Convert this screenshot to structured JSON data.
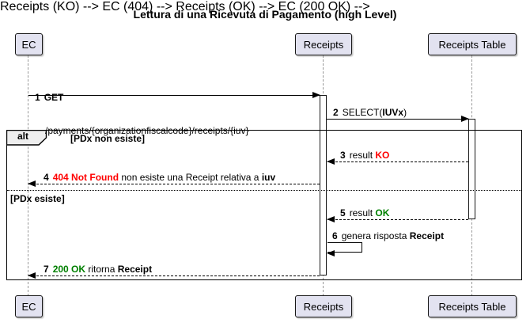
{
  "title": "Lettura di una Ricevuta di Pagamento (high Level)",
  "participants": [
    {
      "name": "EC"
    },
    {
      "name": "Receipts"
    },
    {
      "name": "Receipts Table"
    }
  ],
  "alt_frame": {
    "operator": "alt",
    "guard_top": "[PDx non esiste]",
    "guard_bottom": "[PDx esiste]"
  },
  "messages": {
    "m1": {
      "num": "1",
      "method": "GET",
      "path": "/payments/{organizationfiscalcode}/receipts/{iuv}"
    },
    "m2": {
      "num": "2",
      "pre": "SELECT(",
      "arg": "IUVx",
      "post": ")"
    },
    "m3": {
      "num": "3",
      "text": "result ",
      "status": "KO"
    },
    "m4": {
      "num": "4",
      "status": "404 Not Found",
      "text": " non esiste una Receipt relativa a ",
      "emphasis": "iuv"
    },
    "m5": {
      "num": "5",
      "text": "result ",
      "status": "OK"
    },
    "m6": {
      "num": "6",
      "text": "genera risposta ",
      "emphasis": "Receipt"
    },
    "m7": {
      "num": "7",
      "status": "200 OK",
      "text": " ritorna ",
      "emphasis": "Receipt"
    }
  },
  "colors": {
    "error": "#ff0000",
    "success": "#008000",
    "participant_fill": "#e2e2f0",
    "border": "#181818",
    "lifeline": "#999999",
    "frame_label_fill": "#eeeeee"
  }
}
